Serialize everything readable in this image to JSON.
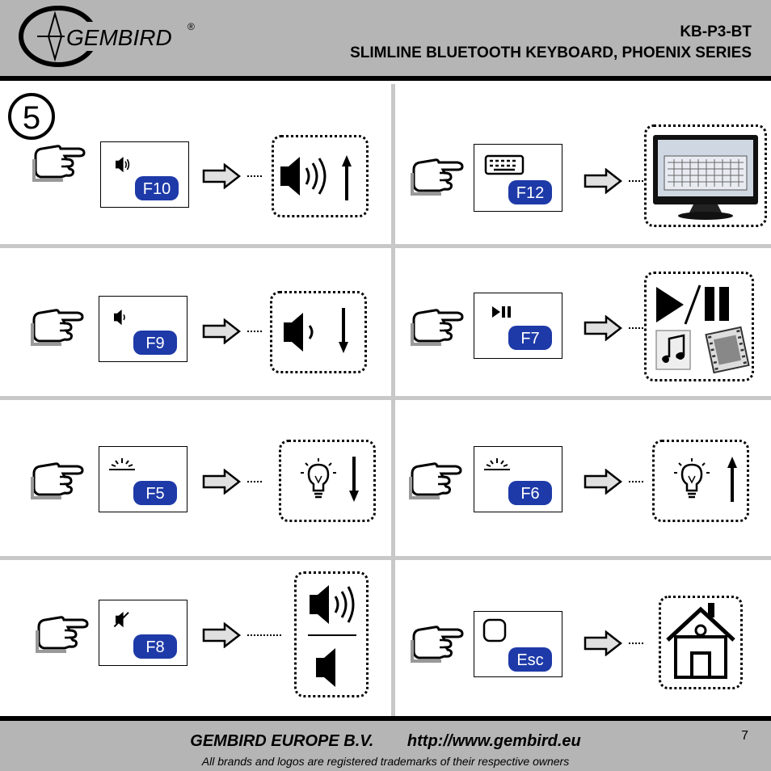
{
  "header": {
    "brand": "GEMBIRD",
    "registered": "®",
    "model": "KB-P3-BT",
    "product": "SLIMLINE BLUETOOTH KEYBOARD, PHOENIX SERIES"
  },
  "step_number": "5",
  "keys": {
    "f10": "F10",
    "f12": "F12",
    "f9": "F9",
    "f7": "F7",
    "f5": "F5",
    "f6": "F6",
    "f8": "F8",
    "esc": "Esc"
  },
  "footer": {
    "company": "GEMBIRD EUROPE B.V.",
    "url": "http://www.gembird.eu",
    "trademark": "All brands and logos are registered trademarks of their respective owners",
    "page": "7"
  },
  "icons": [
    "pointing-hand-icon",
    "volume-up-icon",
    "arrow-right-icon",
    "arrow-up-icon",
    "arrow-down-icon",
    "keyboard-icon",
    "monitor-icon",
    "play-pause-icon",
    "music-icon",
    "film-icon",
    "brightness-icon",
    "lightbulb-icon",
    "mute-icon",
    "home-icon"
  ]
}
